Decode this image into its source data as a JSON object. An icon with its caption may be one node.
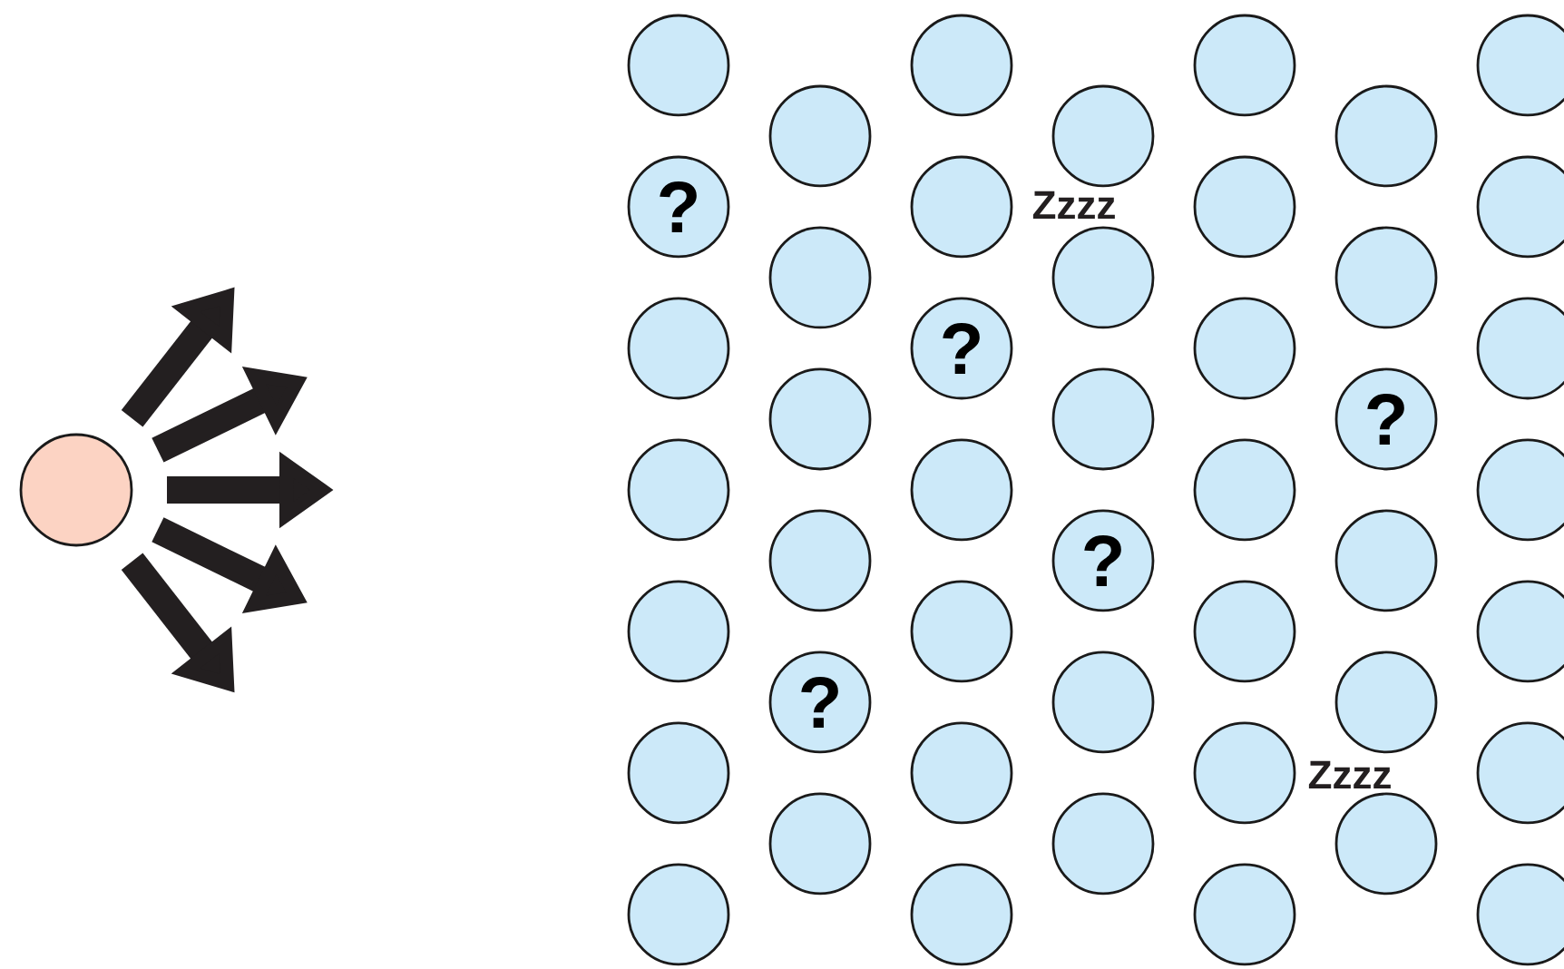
{
  "diagram": {
    "nodes": [
      {
        "text": [],
        "shape": "circle"
      },
      {
        "text": [],
        "shape": "circle"
      },
      {
        "text": [
          "?"
        ]
      },
      {
        "text": [],
        "shape": "circle"
      },
      {
        "text": [],
        "shape": "circle"
      },
      {
        "text": [],
        "shape": "circle"
      },
      {
        "text": [],
        "shape": "circle"
      },
      {
        "text": [],
        "shape": "circle"
      },
      {
        "text": [],
        "shape": "circle"
      },
      {
        "text": [],
        "shape": "circle"
      },
      {
        "text": [],
        "shape": "circle"
      },
      {
        "text": [],
        "shape": "circle"
      },
      {
        "text": [
          "?"
        ]
      },
      {
        "text": [],
        "shape": "circle"
      },
      {
        "text": [],
        "shape": "circle"
      },
      {
        "text": [],
        "shape": "circle"
      },
      {
        "text": [
          "?"
        ]
      },
      {
        "text": [],
        "shape": "circle"
      },
      {
        "text": [],
        "shape": "circle"
      },
      {
        "text": [],
        "shape": "circle"
      },
      {
        "text": [],
        "shape": "circle"
      },
      {
        "text": [],
        "shape": "circle"
      },
      {
        "text": [],
        "shape": "circle"
      },
      {
        "text": [],
        "shape": "circle"
      },
      {
        "text": [
          "?"
        ]
      },
      {
        "text": [],
        "shape": "circle"
      },
      {
        "text": [],
        "shape": "circle"
      },
      {
        "text": [],
        "shape": "circle"
      },
      {
        "text": [],
        "shape": "circle"
      },
      {
        "text": [],
        "shape": "circle"
      },
      {
        "text": [],
        "shape": "circle"
      },
      {
        "text": [],
        "shape": "circle"
      },
      {
        "text": [],
        "shape": "circle"
      },
      {
        "text": [],
        "shape": "circle"
      },
      {
        "text": [],
        "shape": "circle"
      },
      {
        "text": [],
        "shape": "circle"
      },
      {
        "text": [
          "?"
        ]
      },
      {
        "text": [],
        "shape": "circle"
      },
      {
        "text": [],
        "shape": "circle"
      },
      {
        "text": [],
        "shape": "circle"
      },
      {
        "text": [],
        "shape": "circle"
      },
      {
        "text": [],
        "shape": "circle"
      },
      {
        "text": [],
        "shape": "circle"
      },
      {
        "text": [],
        "shape": "circle"
      },
      {
        "text": [],
        "shape": "circle"
      },
      {
        "text": [],
        "shape": "circle"
      },
      {
        "text": [],
        "shape": "circle"
      }
    ],
    "labels": [
      "Zzzz",
      "Zzzz"
    ]
  }
}
